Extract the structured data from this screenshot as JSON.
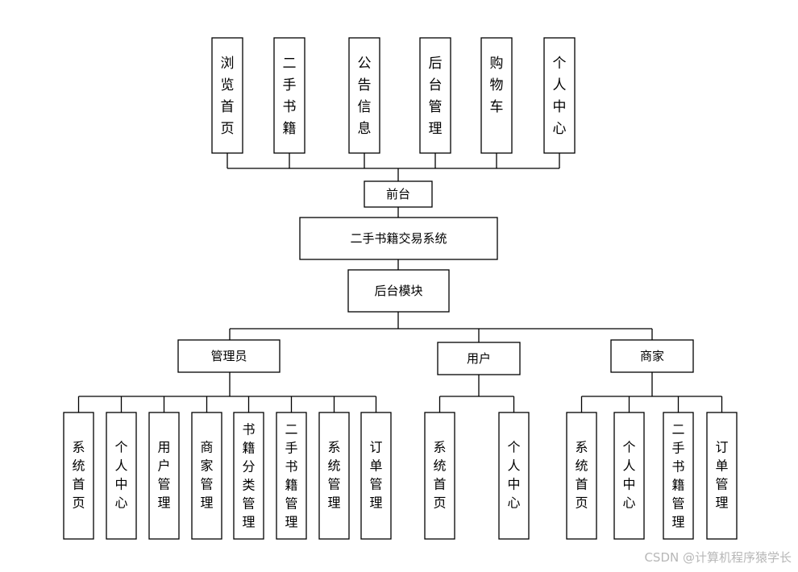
{
  "front": {
    "modules": [
      "浏览首页",
      "二手书籍",
      "公告信息",
      "后台管理",
      "购物车",
      "个人中心"
    ],
    "label": "前台"
  },
  "system": {
    "label": "二手书籍交易系统"
  },
  "back": {
    "label": "后台模块"
  },
  "roles": [
    {
      "label": "管理员",
      "modules": [
        "系统首页",
        "个人中心",
        "用户管理",
        "商家管理",
        "书籍分类管理",
        "二手书籍管理",
        "系统管理",
        "订单管理"
      ]
    },
    {
      "label": "用户",
      "modules": [
        "系统首页",
        "个人中心"
      ]
    },
    {
      "label": "商家",
      "modules": [
        "系统首页",
        "个人中心",
        "二手书籍管理",
        "订单管理"
      ]
    }
  ],
  "watermark": "CSDN @计算机程序猿学长"
}
